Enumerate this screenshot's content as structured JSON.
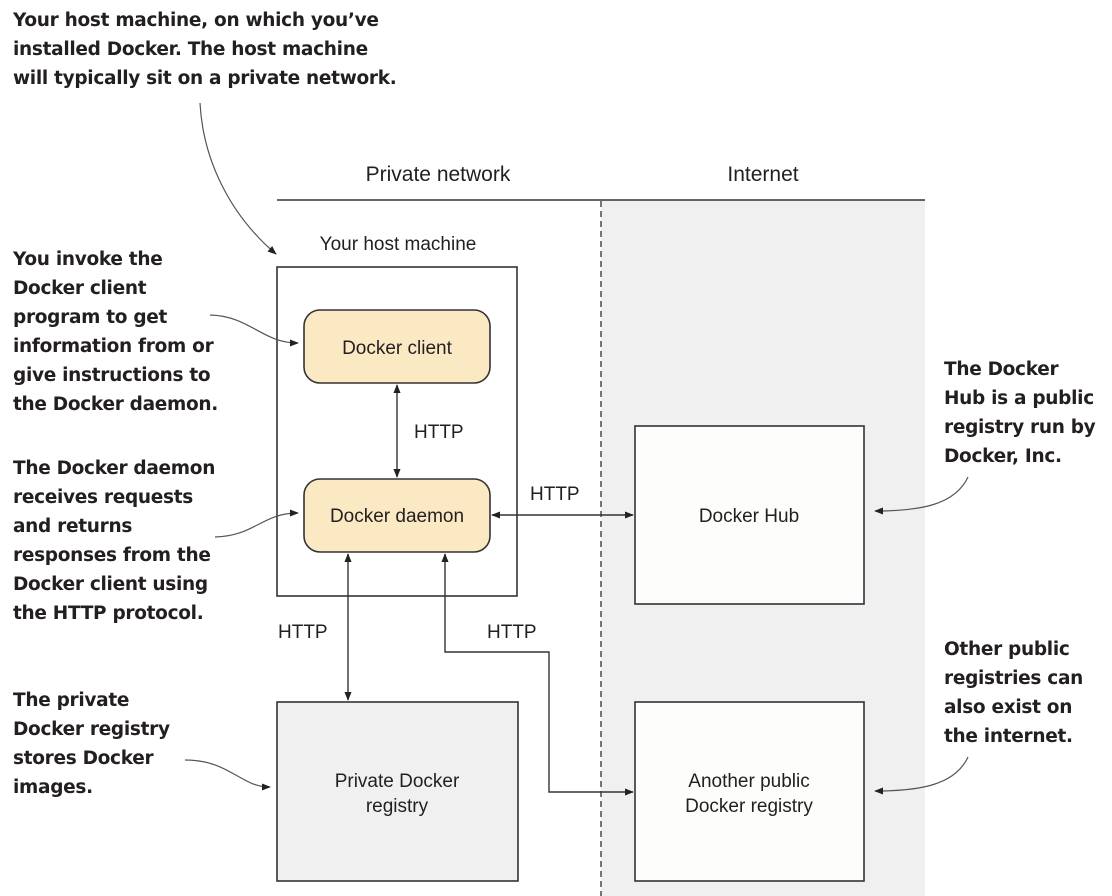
{
  "colors": {
    "internet_bg": "#f0f0f0",
    "component_fill": "#fbe9c4",
    "private_registry_fill": "#f0f0f0",
    "public_box_fill": "#fdfdfc",
    "line": "#333333",
    "text": "#231f20"
  },
  "zones": {
    "private": "Private network",
    "internet": "Internet"
  },
  "host_machine": {
    "label": "Your host machine"
  },
  "nodes": {
    "docker_client": "Docker client",
    "docker_daemon": "Docker daemon",
    "docker_hub": "Docker Hub",
    "private_registry": [
      "Private Docker",
      "registry"
    ],
    "another_registry": [
      "Another public",
      "Docker registry"
    ]
  },
  "edges": {
    "client_daemon": "HTTP",
    "daemon_hub": "HTTP",
    "daemon_private_registry": "HTTP",
    "daemon_another_registry": "HTTP"
  },
  "callouts": {
    "host": [
      "Your host machine, on which you’ve",
      "installed Docker. The host machine",
      "will typically sit on a private network."
    ],
    "client": [
      "You invoke the",
      "Docker client",
      "program to get",
      "information from or",
      "give instructions to",
      "the Docker daemon."
    ],
    "daemon": [
      "The Docker daemon",
      "receives requests",
      "and returns",
      "responses from the",
      "Docker client using",
      "the HTTP protocol."
    ],
    "private_registry": [
      "The private",
      "Docker registry",
      "stores Docker",
      "images."
    ],
    "hub": [
      "The Docker",
      "Hub is a public",
      "registry run by",
      "Docker, Inc."
    ],
    "other": [
      "Other public",
      "registries can",
      "also exist on",
      "the internet."
    ]
  }
}
